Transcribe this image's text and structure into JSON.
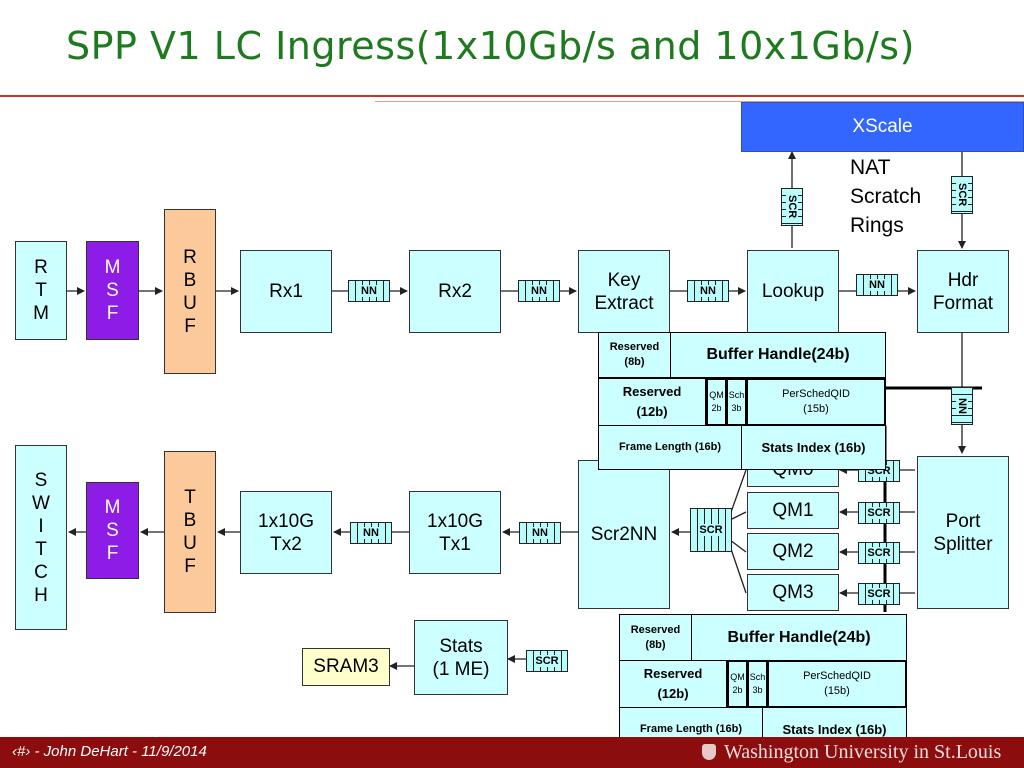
{
  "title": "SPP V1 LC Ingress(1x10Gb/s and 10x1Gb/s)",
  "blocks": {
    "xscale": "XScale",
    "rtm": [
      "R",
      "T",
      "M"
    ],
    "msf": [
      "M",
      "S",
      "F"
    ],
    "rbuf": [
      "R",
      "B",
      "U",
      "F"
    ],
    "tbuf": [
      "T",
      "B",
      "U",
      "F"
    ],
    "switch": [
      "S",
      "W",
      "I",
      "T",
      "C",
      "H"
    ],
    "rx1": "Rx1",
    "rx2": "Rx2",
    "key_extract": [
      "Key",
      "Extract"
    ],
    "lookup": "Lookup",
    "hdr_format": [
      "Hdr",
      "Format"
    ],
    "port_splitter": [
      "Port",
      "Splitter"
    ],
    "scr2nn": "Scr2NN",
    "qm0": "QM0",
    "qm1": "QM1",
    "qm2": "QM2",
    "qm3": "QM3",
    "tx1": [
      "1x10G",
      "Tx1"
    ],
    "tx2": [
      "1x10G",
      "Tx2"
    ],
    "stats": [
      "Stats",
      "(1 ME)"
    ],
    "sram3": "SRAM3"
  },
  "rings": {
    "nn": "NN",
    "scr": "SCR"
  },
  "nat_label": [
    "NAT",
    "Scratch",
    "Rings"
  ],
  "buffer_descriptor": {
    "reserved8": [
      "Reserved",
      "(8b)"
    ],
    "buffer_handle": "Buffer Handle(24b)",
    "reserved12": [
      "Reserved",
      "(12b)"
    ],
    "qm": [
      "QM",
      "2b"
    ],
    "sch": [
      "Sch",
      "3b"
    ],
    "perschedqid": [
      "PerSchedQID",
      "(15b)"
    ],
    "frame_length": "Frame Length (16b)",
    "stats_index": "Stats Index (16b)"
  },
  "footer": {
    "text": "‹#› - John DeHart - 11/9/2014",
    "logo": "Washington University in St.Louis"
  },
  "colors": {
    "title": "#1e7a1e",
    "block_fill": "#ccffff",
    "msf_fill": "#8c1ce6",
    "buf_fill": "#fcc99a",
    "xscale_fill": "#3366ff",
    "sram_fill": "#ffffcc",
    "footer_bar": "#8b0d0d"
  }
}
